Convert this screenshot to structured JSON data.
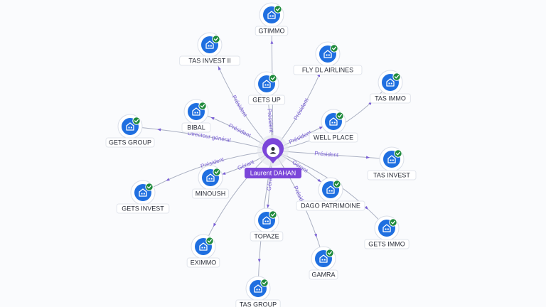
{
  "colors": {
    "background": "#fafbfd",
    "node_blue": "#1f6fe0",
    "check_green": "#1e8a3c",
    "center_purple": "#7b46d9",
    "edge": "#aab0c2",
    "edge_label": "#7a5fd6"
  },
  "icons": {
    "company": "building-icon",
    "verified": "check-badge-icon",
    "person": "person-icon"
  },
  "center": {
    "label": "Laurent DAHAN"
  },
  "nodes": [
    {
      "id": "gtimmo",
      "label": "GTIMMO"
    },
    {
      "id": "tas-invest-ii",
      "label": "TAS INVEST II"
    },
    {
      "id": "fly-dl-airlines",
      "label": "FLY DL AIRLINES"
    },
    {
      "id": "gets-up",
      "label": "GETS UP"
    },
    {
      "id": "tas-immo",
      "label": "TAS IMMO"
    },
    {
      "id": "bibal",
      "label": "BIBAL"
    },
    {
      "id": "well-place",
      "label": "WELL PLACE"
    },
    {
      "id": "gets-group",
      "label": "GETS GROUP"
    },
    {
      "id": "tas-invest",
      "label": "TAS INVEST"
    },
    {
      "id": "minoush",
      "label": "MINOUSH"
    },
    {
      "id": "gets-invest",
      "label": "GETS INVEST"
    },
    {
      "id": "dago-patrimoine",
      "label": "DAGO PATRIMOINE"
    },
    {
      "id": "topaze",
      "label": "TOPAZE"
    },
    {
      "id": "gets-immo",
      "label": "GETS IMMO"
    },
    {
      "id": "eximmo",
      "label": "EXIMMO"
    },
    {
      "id": "gamra",
      "label": "GAMRA"
    },
    {
      "id": "tas-group",
      "label": "TAS GROUP"
    }
  ],
  "edges": [
    {
      "target": "gtimmo",
      "label": ""
    },
    {
      "target": "tas-invest-ii",
      "label": "Président"
    },
    {
      "target": "fly-dl-airlines",
      "label": "Président"
    },
    {
      "target": "gets-up",
      "label": "Président"
    },
    {
      "target": "tas-immo",
      "label": ""
    },
    {
      "target": "bibal",
      "label": "Président"
    },
    {
      "target": "well-place",
      "label": "Président"
    },
    {
      "target": "gets-group",
      "label": "Directeur général"
    },
    {
      "target": "tas-invest",
      "label": "Président"
    },
    {
      "target": "minoush",
      "label": "Gérant"
    },
    {
      "target": "gets-invest",
      "label": "Président"
    },
    {
      "target": "dago-patrimoine",
      "label": "Gérant"
    },
    {
      "target": "topaze",
      "label": "Gérant"
    },
    {
      "target": "gets-immo",
      "label": ""
    },
    {
      "target": "eximmo",
      "label": ""
    },
    {
      "target": "gamra",
      "label": "Président"
    },
    {
      "target": "tas-group",
      "label": ""
    }
  ]
}
